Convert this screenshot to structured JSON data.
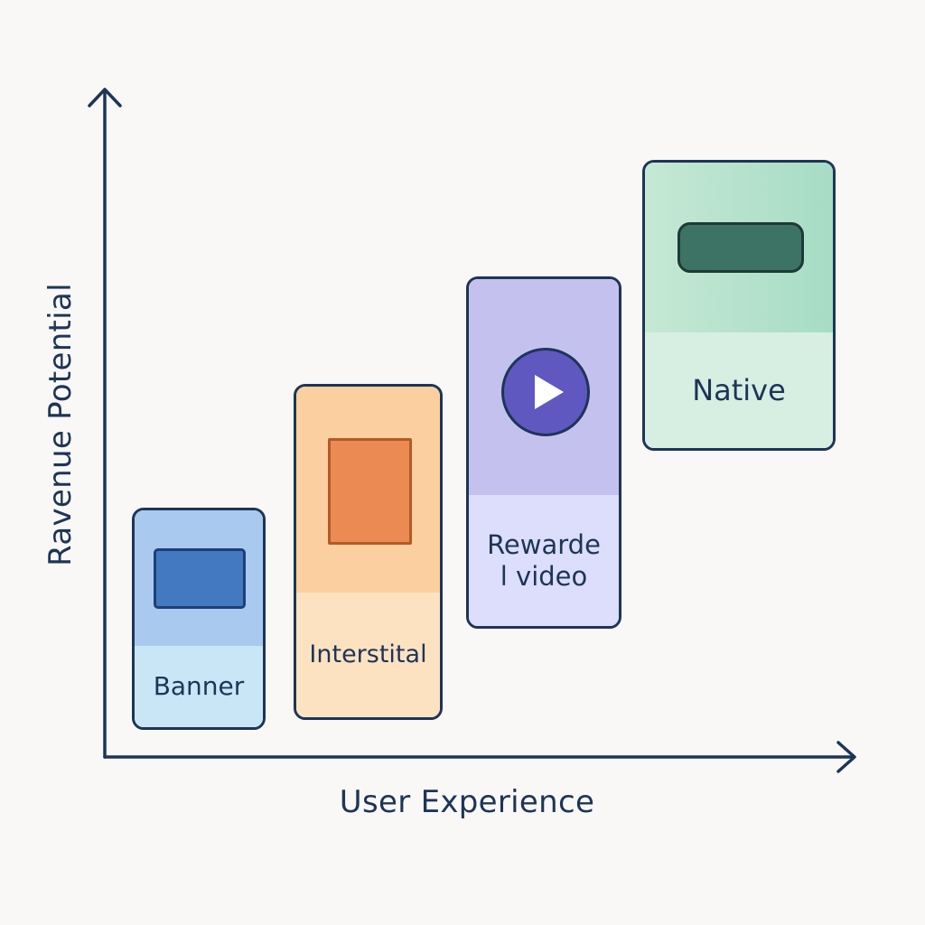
{
  "diagram": {
    "y_axis_label": "Ravenue Potential",
    "x_axis_label": "User Experience",
    "axis_color": "#1d3557",
    "ad_formats": [
      {
        "label": "Banner",
        "icon": "banner-ad-rectangle",
        "accent": "#4279c1",
        "card_color": "#a9caee"
      },
      {
        "label": "Interstital",
        "icon": "interstitial-ad-rectangle",
        "accent": "#eb8b53",
        "card_color": "#fbcf9f"
      },
      {
        "label": "Rewarde\nl video",
        "icon": "play-icon",
        "accent": "#5f58c1",
        "card_color": "#c5c1ef"
      },
      {
        "label": "Native",
        "icon": "native-ad-pill",
        "accent": "#3c7365",
        "card_color": "#a7dcc5"
      }
    ]
  }
}
